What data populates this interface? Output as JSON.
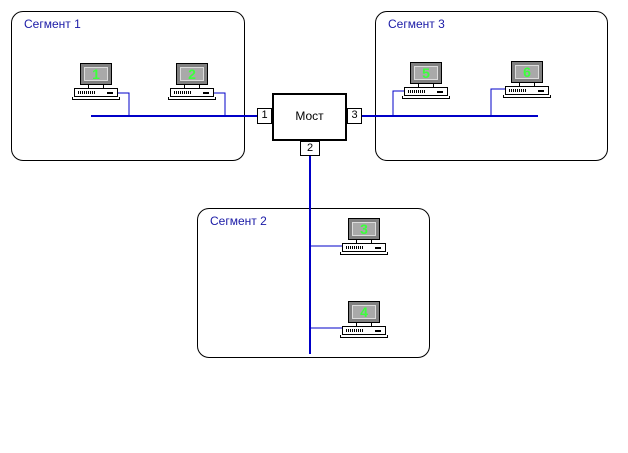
{
  "segments": {
    "s1": "Сегмент 1",
    "s2": "Сегмент 2",
    "s3": "Сегмент 3"
  },
  "bridge": {
    "label": "Мост",
    "ports": {
      "p1": "1",
      "p2": "2",
      "p3": "3"
    }
  },
  "computers": {
    "c1": "1",
    "c2": "2",
    "c3": "3",
    "c4": "4",
    "c5": "5",
    "c6": "6"
  },
  "colors": {
    "segment_label": "#1a1aa6",
    "bus_line": "#0000c8",
    "screen_digit": "#3cff3c"
  }
}
